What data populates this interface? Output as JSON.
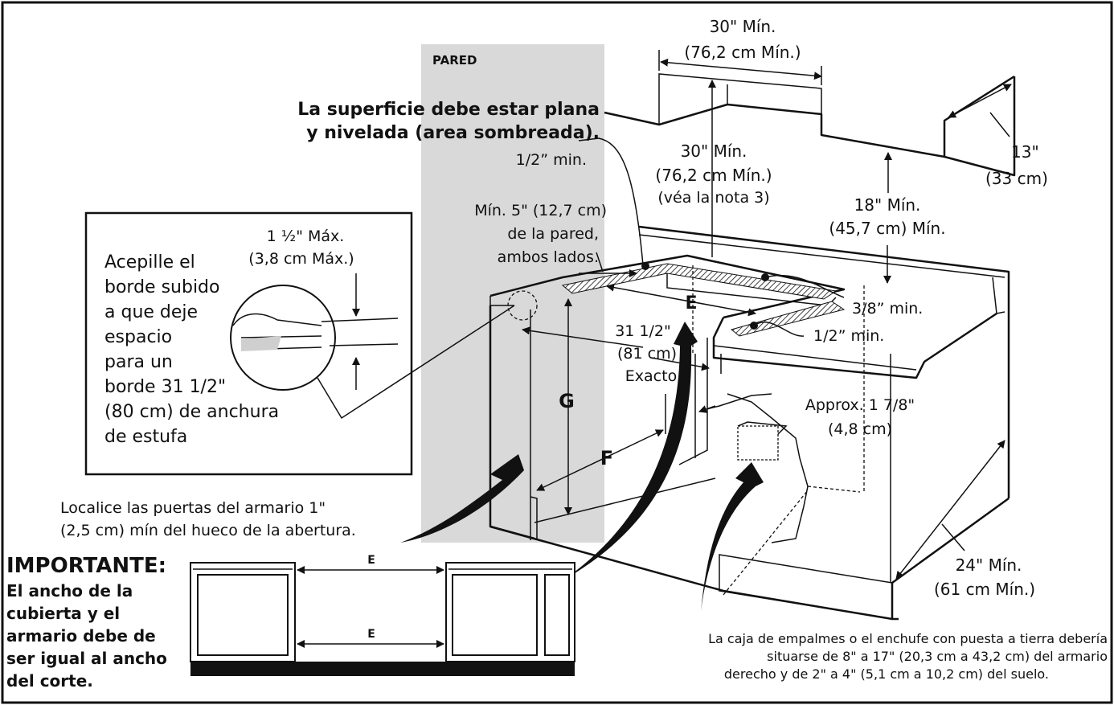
{
  "labels": {
    "wall": "PARED",
    "surface_1": "La superficie debe estar plana",
    "surface_2": "y nivelada (area sombreada).",
    "half_min_top": "1/2” min.",
    "top_width_1": "30\" Mín.",
    "top_width_2": "(76,2 cm Mín.)",
    "cab_depth_1": "13\"",
    "cab_depth_2": "(33 cm)",
    "clear_1": "30\" Mín.",
    "clear_2": "(76,2 cm Mín.)",
    "clear_3": "(véa la nota 3)",
    "above_1": "18\" Mín.",
    "above_2": "(45,7 cm) Mín.",
    "wall_side_1": "Mín. 5\" (12,7 cm)",
    "wall_side_2": "de la pared,",
    "wall_side_3": "ambos lados.",
    "edge_1": "1 ½\" Máx.",
    "edge_2": "(3,8 cm Máx.)",
    "plane_1": "Acepille el",
    "plane_2": "borde subido",
    "plane_3": "a que deje",
    "plane_4": "espacio",
    "plane_5": "para un",
    "plane_6": "borde 31 1/2\"",
    "plane_7": "(80 cm) de anchura",
    "plane_8": "de estufa",
    "letter_e": "E",
    "eighth_min": "3/8” min.",
    "half_min_right": "1/2” min.",
    "exact_1": "31 1/2\"",
    "exact_2": "(81 cm)",
    "exact_3": "Exacto",
    "approx_1": "Approx. 1 7/8\"",
    "approx_2": "(4,8 cm)",
    "letter_g": "G",
    "letter_f": "F",
    "doors_1": "Localice las puertas del armario 1\"",
    "doors_2": "(2,5 cm) mín del hueco de la abertura.",
    "important_title": "IMPORTANTE:",
    "important_1": "El ancho de la",
    "important_2": "cubierta y el",
    "important_3": "armario debe de",
    "important_4": "ser igual al ancho",
    "important_5": "del corte.",
    "small_e_top": "E",
    "small_e_bottom": "E",
    "depth_1": "24\" Mín.",
    "depth_2": "(61 cm Mín.)",
    "junction_1": "La caja de empalmes o el enchufe con puesta a tierra debería",
    "junction_2": "situarse de 8\" a 17\" (20,3 cm a 43,2 cm) del armario",
    "junction_3": "derecho y de 2\" a 4\" (5,1 cm a 10,2 cm) del suelo."
  }
}
